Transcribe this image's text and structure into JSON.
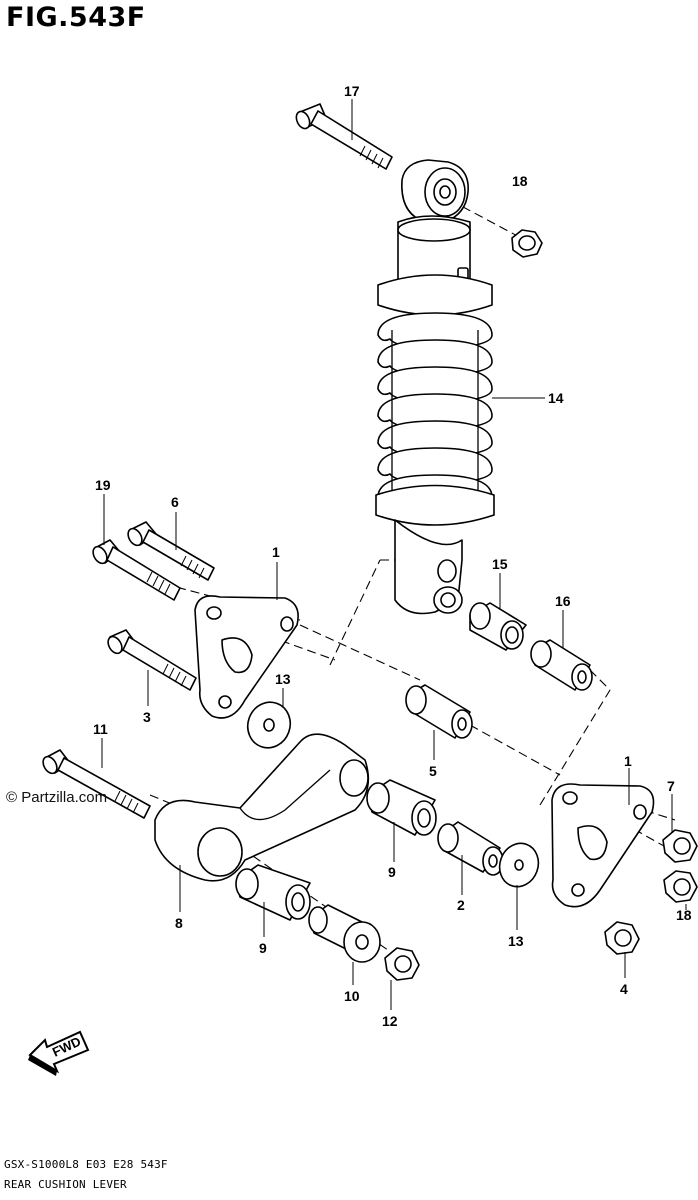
{
  "figure": {
    "title": "FIG.543F",
    "model_code": "GSX-S1000L8  E03  E28  543F",
    "section_name": "REAR CUSHION LEVER",
    "copyright": "© Partzilla.com",
    "fwd_label": "FWD"
  },
  "callouts": [
    {
      "id": "17",
      "label": "17"
    },
    {
      "id": "18a",
      "label": "18"
    },
    {
      "id": "14",
      "label": "14"
    },
    {
      "id": "19",
      "label": "19"
    },
    {
      "id": "6",
      "label": "6"
    },
    {
      "id": "1a",
      "label": "1"
    },
    {
      "id": "15",
      "label": "15"
    },
    {
      "id": "16",
      "label": "16"
    },
    {
      "id": "13a",
      "label": "13"
    },
    {
      "id": "3",
      "label": "3"
    },
    {
      "id": "11",
      "label": "11"
    },
    {
      "id": "5",
      "label": "5"
    },
    {
      "id": "1b",
      "label": "1"
    },
    {
      "id": "7",
      "label": "7"
    },
    {
      "id": "9a",
      "label": "9"
    },
    {
      "id": "2",
      "label": "2"
    },
    {
      "id": "13b",
      "label": "13"
    },
    {
      "id": "18b",
      "label": "18"
    },
    {
      "id": "8",
      "label": "8"
    },
    {
      "id": "9b",
      "label": "9"
    },
    {
      "id": "4",
      "label": "4"
    },
    {
      "id": "10",
      "label": "10"
    },
    {
      "id": "12",
      "label": "12"
    }
  ]
}
